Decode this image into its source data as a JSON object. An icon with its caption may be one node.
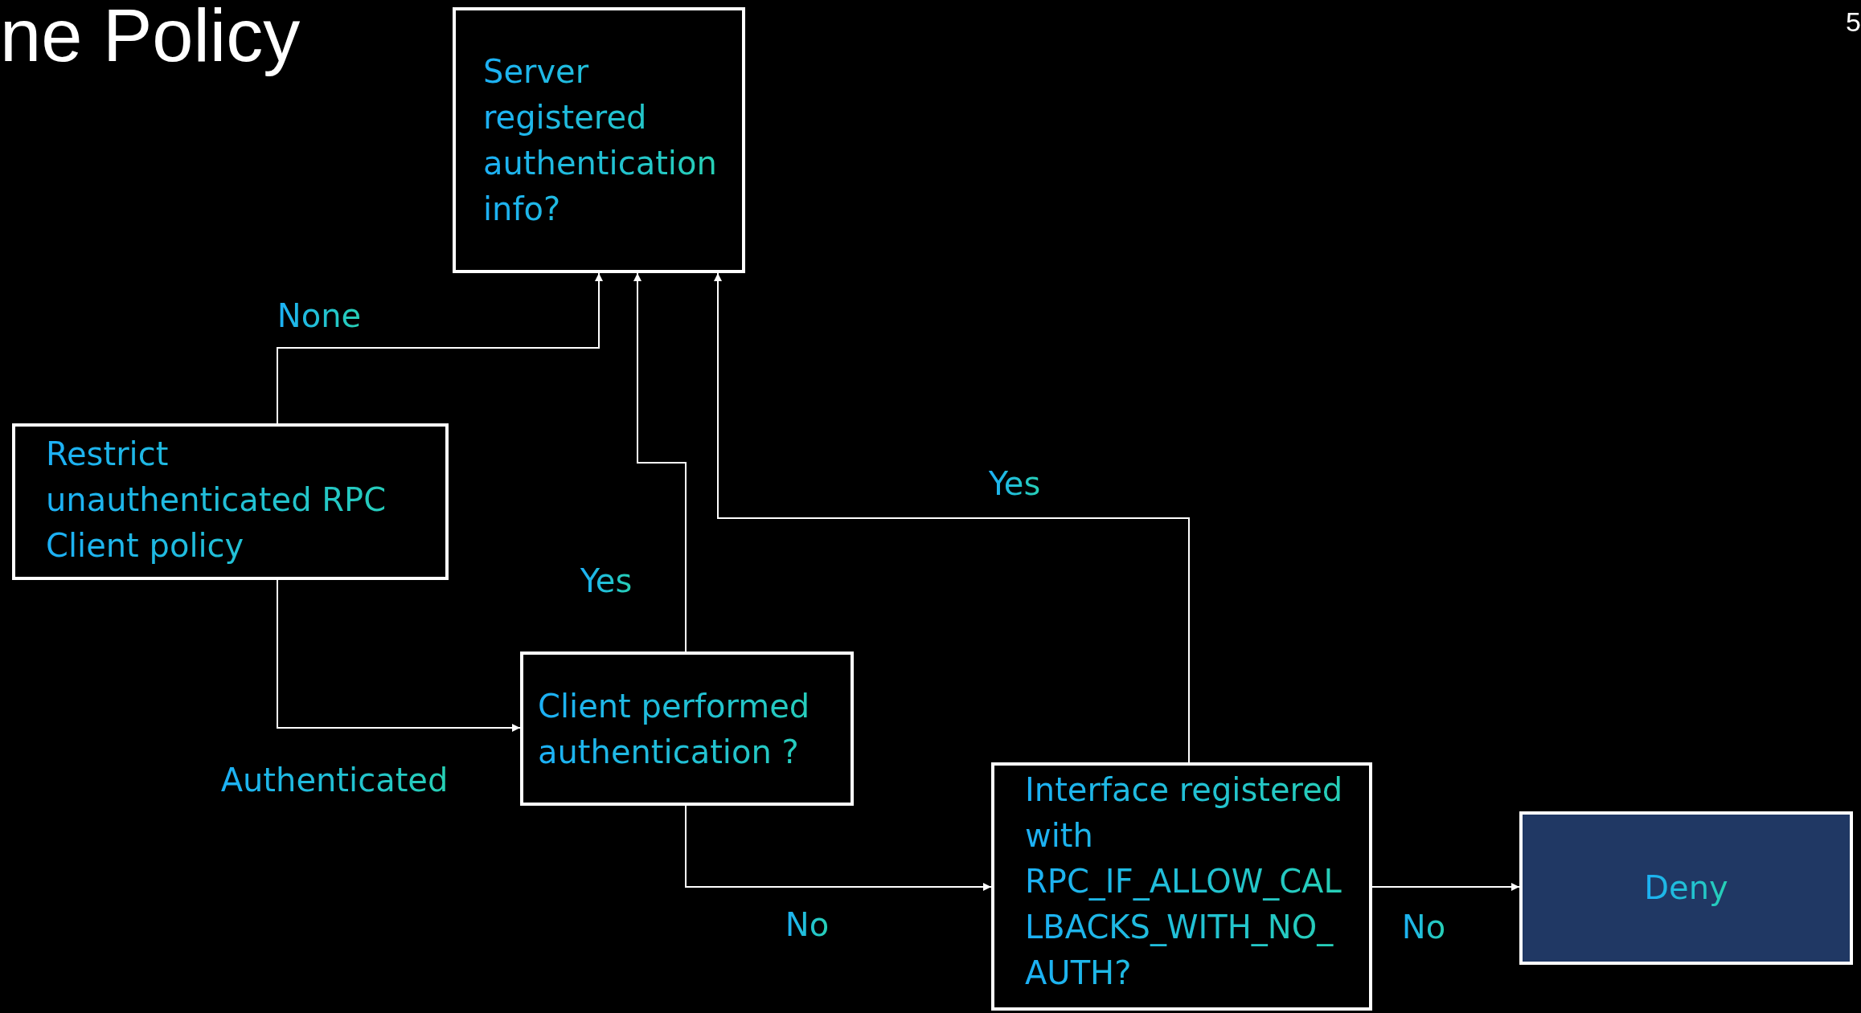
{
  "diagram": {
    "title": "ne Policy",
    "nodes": [
      {
        "text": [
          "Server registered authentication info?"
        ]
      },
      {
        "text": [
          "Restrict unauthenticated RPC Client policy"
        ]
      },
      {
        "text": [
          "Client performed authentication ?"
        ]
      },
      {
        "text": [
          "Interface registered with RPC_IF_ALLOW_CALLBACKS_WITH_NO_AUTH?"
        ]
      },
      {
        "text": [
          "Deny"
        ]
      }
    ],
    "edges": [
      {
        "from": 1,
        "to": 0,
        "arrow": "to",
        "label": "None"
      },
      {
        "from": 1,
        "to": 2,
        "arrow": "to",
        "label": "Authenticated"
      },
      {
        "from": 2,
        "to": 0,
        "arrow": "to",
        "label": "Yes"
      },
      {
        "from": 2,
        "to": 3,
        "arrow": "to",
        "label": "No"
      },
      {
        "from": 3,
        "to": 0,
        "arrow": "to",
        "label": "Yes"
      },
      {
        "from": 3,
        "to": 4,
        "arrow": "to",
        "label": "No"
      }
    ],
    "labels": [
      "5"
    ]
  }
}
